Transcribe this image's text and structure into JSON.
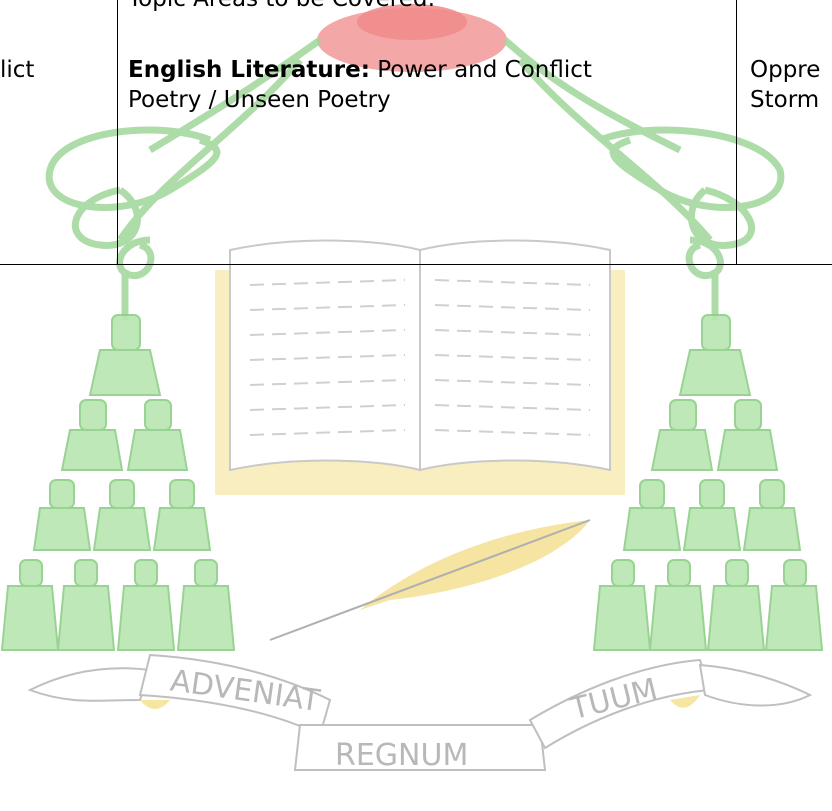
{
  "left_cell": {
    "lines": [
      "lict"
    ]
  },
  "center_cell": {
    "heading_partial": "Topic Areas to be Covered:",
    "subject_label": "English Literature",
    "subject_sep": ":",
    "line1_rest": " Power and Conflict",
    "line2": "Poetry / Unseen Poetry"
  },
  "right_cell": {
    "lines": [
      "Oppre",
      "Storm"
    ]
  },
  "watermark": {
    "motto_left": "ADVENIAT",
    "motto_bottom": "REGNUM",
    "motto_right": "TUUM",
    "colors": {
      "hat": "#f08a8a",
      "cord": "#9fd79a",
      "book": "#f3e08a",
      "quill": "#f2d97a",
      "scroll": "#bfbfbf",
      "text": "#b8b8b8"
    }
  }
}
